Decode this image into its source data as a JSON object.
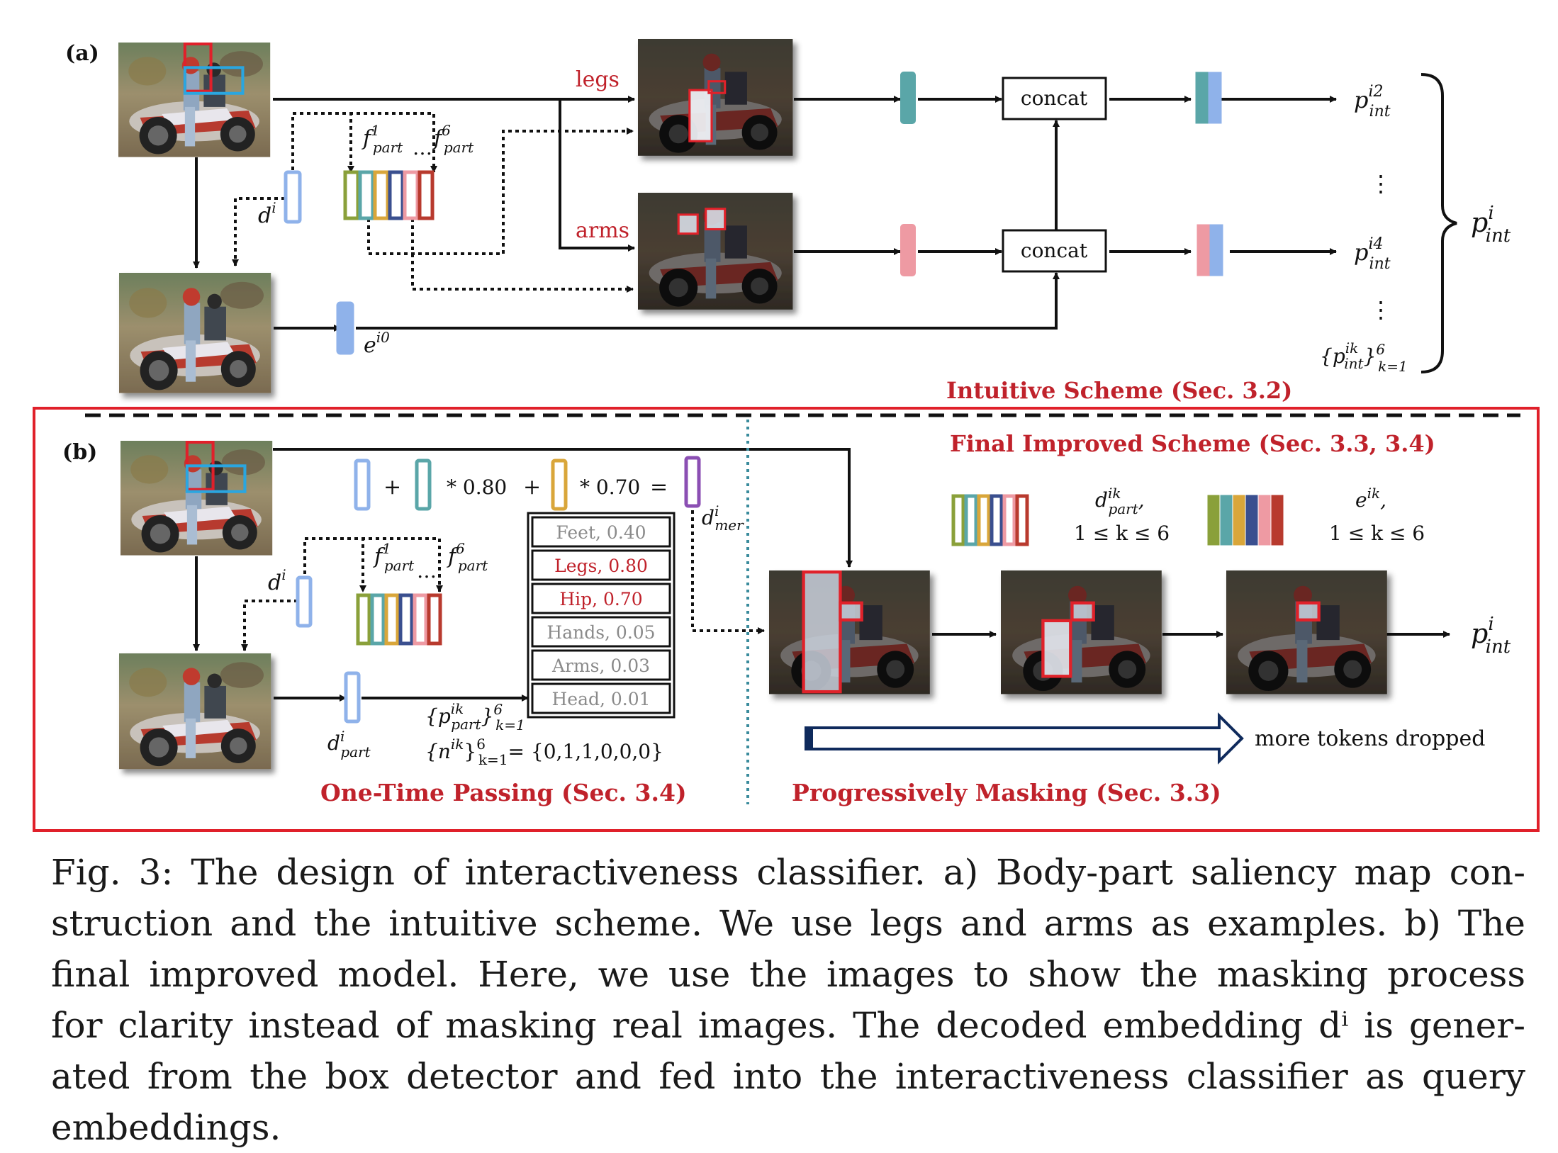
{
  "panel_a": {
    "label": "(a)",
    "legs_label": "legs",
    "arms_label": "arms",
    "concat_label": "concat",
    "f_part": "f",
    "f_part_sub": "part",
    "f_sup_1": "1",
    "f_sup_6": "6",
    "d_i": "d",
    "d_i_sup": "i",
    "e_i0": "e",
    "e_i0_sup": "i0",
    "p_int": "p",
    "p_int_sub": "int",
    "p_sup_i2": "i2",
    "p_sup_i4": "i4",
    "p_sup_i": "i",
    "p_set": "{p",
    "p_set_sup": "ik",
    "p_set_sub": "int",
    "p_set_tail": "}",
    "p_set_tail_sup": "6",
    "p_set_tail_sub": "k=1",
    "ellipsis_v": "⋮",
    "ellipsis_h": "…",
    "scheme_title": "Intuitive Scheme (Sec. 3.2)"
  },
  "panel_b": {
    "label": "(b)",
    "final_title": "Final Improved Scheme (Sec. 3.3, 3.4)",
    "plus": "+",
    "times_080": "* 0.80",
    "times_070": "* 0.70",
    "equals": "=",
    "d_mer": "d",
    "d_mer_sup": "i",
    "d_mer_sub": "mer",
    "d_i": "d",
    "d_i_sup": "i",
    "d_part": "d",
    "d_part_sup": "i",
    "d_part_sub": "part",
    "f_part": "f",
    "f_part_sub": "part",
    "f_sup_1": "1",
    "f_sup_6": "6",
    "ellipsis_h": "…",
    "table_rows": [
      {
        "text": "Feet, 0.40",
        "highlight": false
      },
      {
        "text": "Legs, 0.80",
        "highlight": true
      },
      {
        "text": "Hip, 0.70",
        "highlight": true
      },
      {
        "text": "Hands, 0.05",
        "highlight": false
      },
      {
        "text": "Arms, 0.03",
        "highlight": false
      },
      {
        "text": "Head, 0.01",
        "highlight": false
      }
    ],
    "p_part_set": "{p",
    "p_part_set_sup": "ik",
    "p_part_set_sub": "part",
    "p_part_set_tail": "}",
    "p_part_set_tail_sup": "6",
    "p_part_set_tail_sub": "k=1",
    "n_set": "{n",
    "n_set_sup": "ik",
    "n_set_tail": "}",
    "n_set_tail_sup": "6",
    "n_set_tail_sub": "k=1",
    "n_set_value": "= {0,1,1,0,0,0}",
    "d_part_legend": "d",
    "d_part_legend_sup": "ik",
    "d_part_legend_sub": "part",
    "legend_comma": ",",
    "legend_range": "1 ≤ k ≤ 6",
    "e_legend": "e",
    "e_legend_sup": "ik",
    "p_out": "p",
    "p_out_sup": "i",
    "p_out_sub": "int",
    "more_tokens": "more tokens dropped",
    "one_time_title": "One-Time Passing (Sec. 3.4)",
    "progressive_title": "Progressively Masking (Sec. 3.3)"
  },
  "caption": {
    "lines": [
      "Fig. 3: The design of interactiveness classifier. a) Body-part saliency map con-",
      "struction and the intuitive scheme. We use legs and arms as examples. b) The",
      "final improved model. Here, we use the images to show the masking process",
      "for clarity instead of masking real images. The decoded embedding dⁱ is gener-",
      "ated from the box detector and fed into the interactiveness classifier as query",
      "embeddings."
    ]
  },
  "colors": {
    "accent_red": "#c0222b",
    "dark_text": "#1a1a1a",
    "token_blue": "#8fb2ea",
    "token_teal": "#5aa6a8",
    "token_olive": "#8aa03a",
    "token_yellow": "#d9a63a",
    "token_navy": "#3a4f8f",
    "token_pink": "#ee9aa3",
    "token_darkred": "#b83a2e",
    "token_purple": "#8b4fb3",
    "arrow_navy": "#0f2a5c",
    "divider_teal": "#3a8b9c"
  }
}
